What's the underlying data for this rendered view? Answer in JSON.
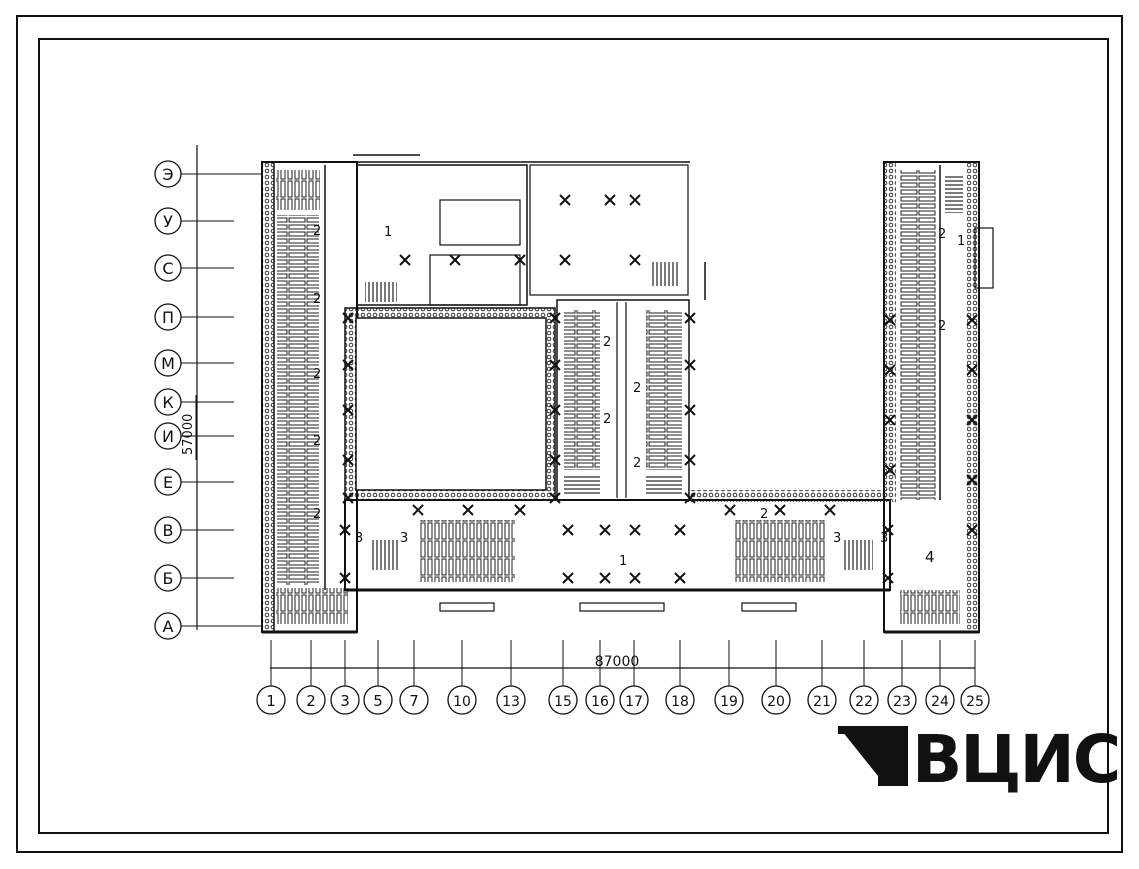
{
  "drawing": {
    "row_axes": [
      "Э",
      "У",
      "С",
      "П",
      "М",
      "К",
      "И",
      "Е",
      "В",
      "Б",
      "А"
    ],
    "column_axes": [
      "1",
      "2",
      "3",
      "5",
      "7",
      "10",
      "13",
      "15",
      "16",
      "17",
      "18",
      "19",
      "20",
      "21",
      "22",
      "23",
      "24",
      "25"
    ],
    "dim_width": "87000",
    "dim_height": "57000",
    "room_labels": {
      "r1a": "1",
      "r1b": "1",
      "r1c": "1",
      "r2a": "2",
      "r2b": "2",
      "r2c": "2",
      "r2d": "2",
      "r2e": "2",
      "r2f": "2",
      "r2g": "2",
      "r2h": "2",
      "r2i": "2",
      "r2j": "2",
      "r2k": "2",
      "r2l": "2",
      "r3a": "3",
      "r3b": "3",
      "r3c": "3",
      "r3d": "3",
      "r4": "4"
    }
  },
  "logo": {
    "text": "ВЦИС"
  },
  "colors": {
    "ink": "#111111",
    "paper": "#ffffff"
  }
}
